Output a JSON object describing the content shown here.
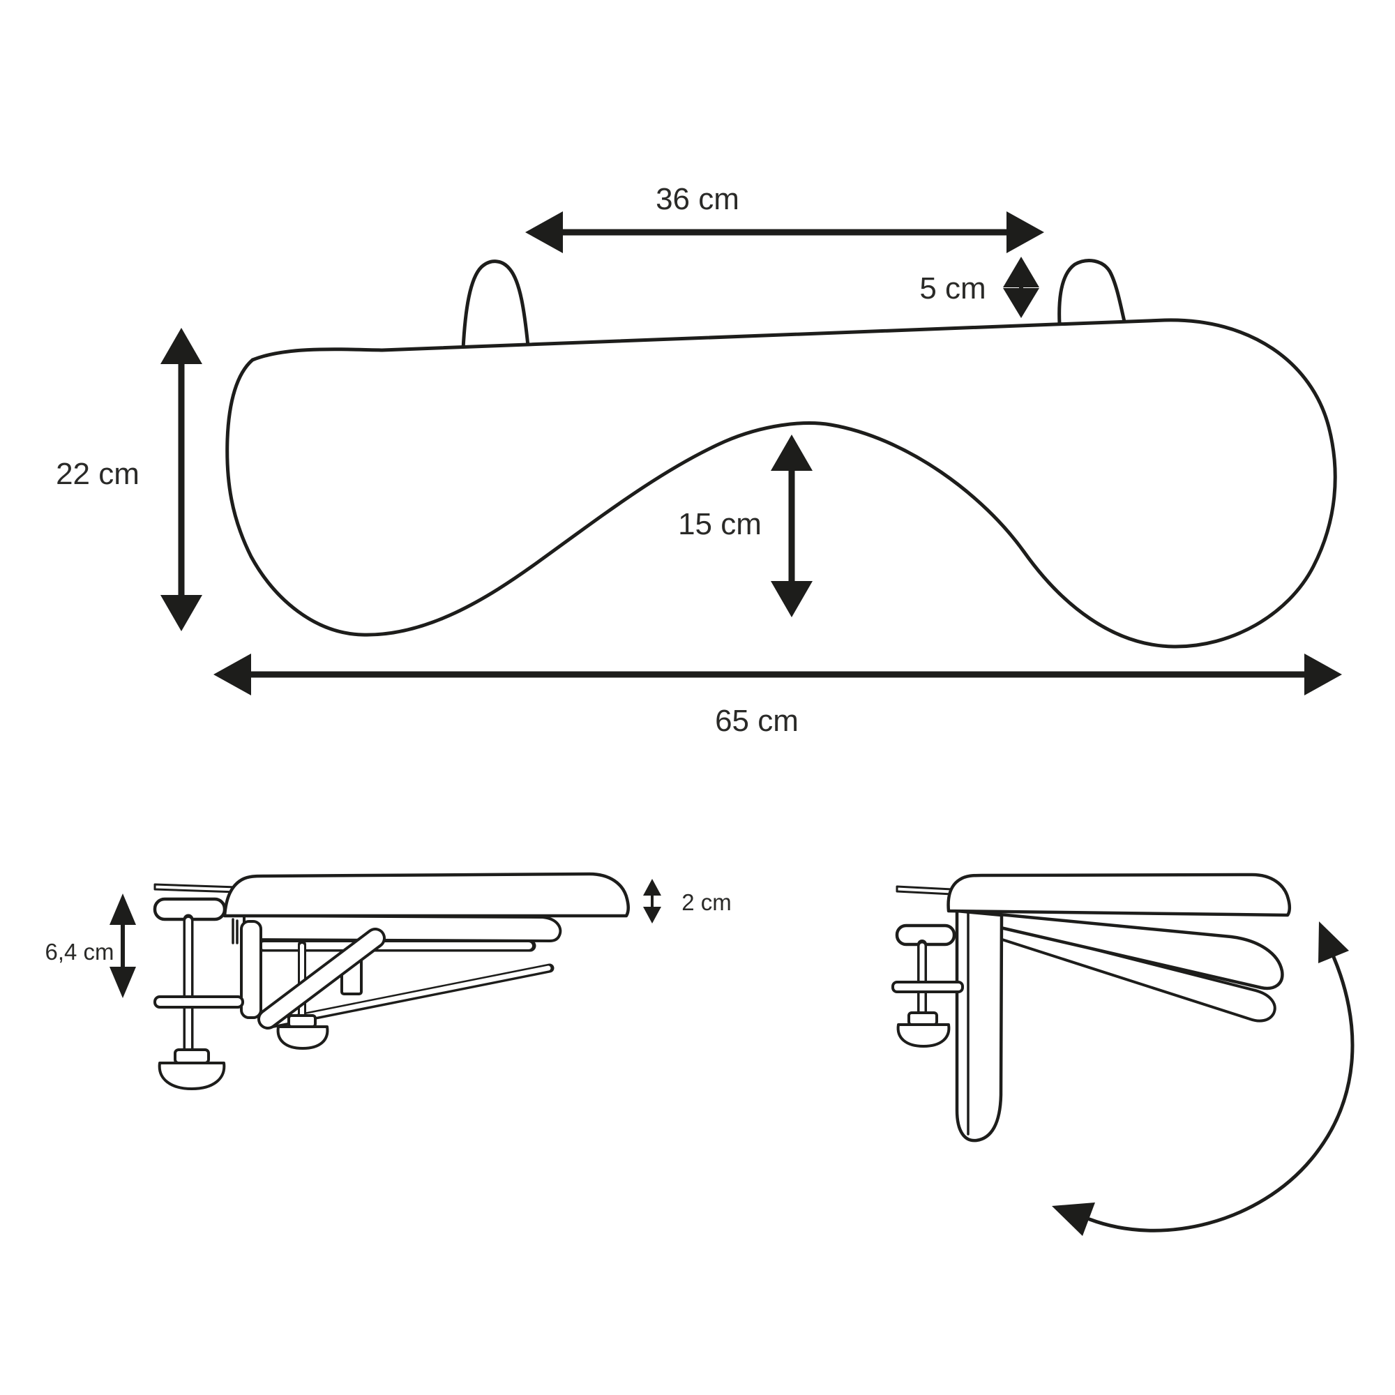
{
  "page": {
    "background": "#ffffff",
    "line_color": "#1d1d1b",
    "text_color": "#2a2a28",
    "description": "Technical dimensional drawing of a clamp-on ergonomic armrest pad, three views"
  },
  "drawing": {
    "top_view": {
      "clip_spacing_label": "36 cm",
      "clip_height_label": "5 cm",
      "total_depth_label": "22 cm",
      "recess_depth_label": "15 cm",
      "total_width_label": "65 cm"
    },
    "side_view": {
      "clamp_opening_label": "6,4 cm",
      "pad_thickness_label": "2 cm"
    }
  }
}
